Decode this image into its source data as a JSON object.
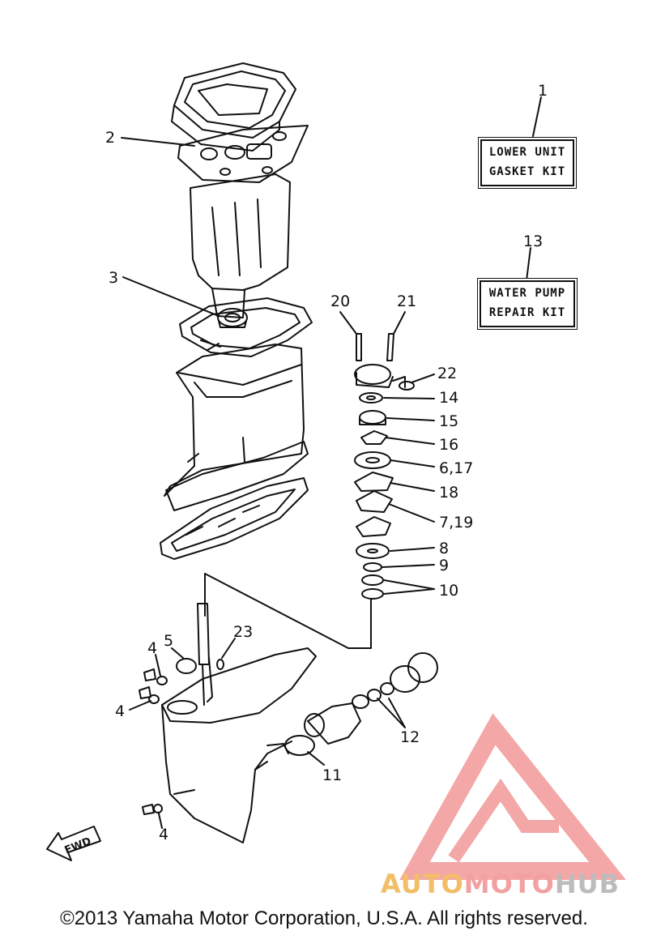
{
  "callouts": {
    "c1": "1",
    "c2": "2",
    "c3": "3",
    "c13": "13",
    "c20": "20",
    "c21": "21",
    "c22": "22",
    "c14": "14",
    "c15": "15",
    "c16": "16",
    "c6_17": "6,17",
    "c18": "18",
    "c7_19": "7,19",
    "c8": "8",
    "c9": "9",
    "c10": "10",
    "c23": "23",
    "c5": "5",
    "c4a": "4",
    "c4b": "4",
    "c4c": "4",
    "c12": "12",
    "c11": "11"
  },
  "kits": {
    "gasket": {
      "line1": "LOWER UNIT",
      "line2": "GASKET KIT"
    },
    "pump": {
      "line1": "WATER PUMP",
      "line2": "REPAIR KIT"
    }
  },
  "fwd_label": "FWD",
  "watermark": {
    "part1": "AUTO",
    "part2": "MOTO",
    "part3": "HUB"
  },
  "copyright": "©2013 Yamaha Motor Corporation, U.S.A. All rights reserved.",
  "colors": {
    "line": "#111111",
    "logo_red": "#f08a8a",
    "logo_orange": "#f2be66",
    "logo_gray": "#bcbcbc"
  }
}
